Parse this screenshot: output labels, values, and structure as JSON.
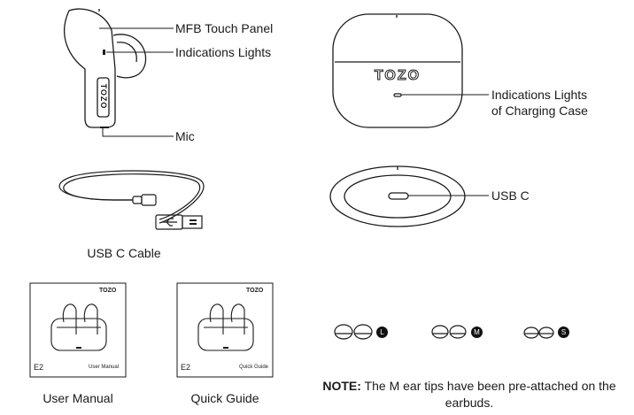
{
  "labels": {
    "mfb": "MFB Touch Panel",
    "lights": "Indications Lights",
    "mic": "Mic",
    "case_lights_1": "Indications Lights",
    "case_lights_2": "of Charging Case",
    "usbc": "USB C"
  },
  "brand": "TOZO",
  "captions": {
    "cable": "USB C Cable",
    "manual": "User Manual",
    "guide": "Quick Guide"
  },
  "booklets": {
    "manual": {
      "model": "E2",
      "title": "User Manual"
    },
    "guide": {
      "model": "E2",
      "title": "Quick Guide"
    }
  },
  "ear_tips": [
    {
      "size": "L"
    },
    {
      "size": "M"
    },
    {
      "size": "S"
    }
  ],
  "note": {
    "bold": "NOTE:",
    "text": " The M ear tips have been pre-attached on the earbuds."
  }
}
